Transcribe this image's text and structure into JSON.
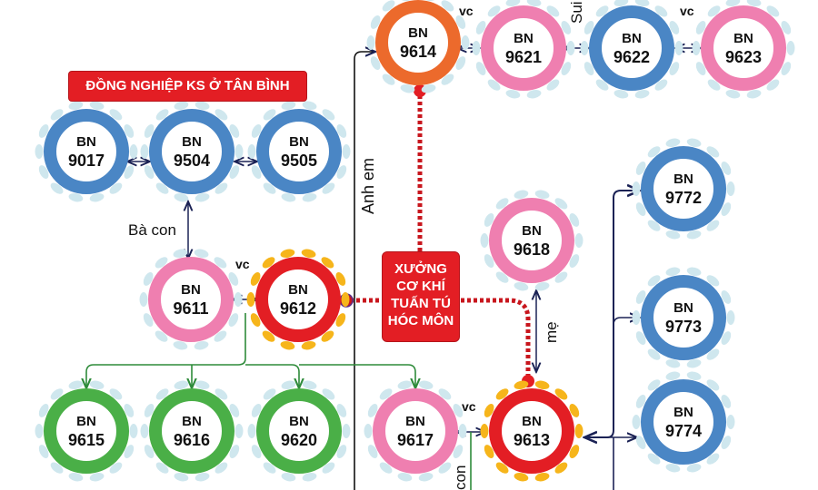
{
  "colors": {
    "blue": "#4a86c5",
    "pink": "#ef7fb0",
    "orange": "#ec6a2c",
    "red": "#e31e24",
    "green": "#4aaf47",
    "spike_light": "#cfe7ee",
    "spike_yellow": "#f6b51b",
    "line_dark": "#1b2255",
    "line_green": "#2e8b3a"
  },
  "group_label": "ĐỒNG NGHIỆP KS Ở TÂN BÌNH",
  "workshop_label": [
    "XƯỞNG",
    "CƠ KHÍ",
    "TUẤN TÚ",
    "HÓC MÔN"
  ],
  "nodes": [
    {
      "id": "9614",
      "prefix": "BN",
      "color": "orange",
      "spikes": "light"
    },
    {
      "id": "9621",
      "prefix": "BN",
      "color": "pink",
      "spikes": "light"
    },
    {
      "id": "9622",
      "prefix": "BN",
      "color": "blue",
      "spikes": "light"
    },
    {
      "id": "9623",
      "prefix": "BN",
      "color": "pink",
      "spikes": "light"
    },
    {
      "id": "9017",
      "prefix": "BN",
      "color": "blue",
      "spikes": "light"
    },
    {
      "id": "9504",
      "prefix": "BN",
      "color": "blue",
      "spikes": "light"
    },
    {
      "id": "9505",
      "prefix": "BN",
      "color": "blue",
      "spikes": "light"
    },
    {
      "id": "9611",
      "prefix": "BN",
      "color": "pink",
      "spikes": "light"
    },
    {
      "id": "9612",
      "prefix": "BN",
      "color": "red",
      "spikes": "yellow"
    },
    {
      "id": "9618",
      "prefix": "BN",
      "color": "pink",
      "spikes": "light"
    },
    {
      "id": "9772",
      "prefix": "BN",
      "color": "blue",
      "spikes": "light"
    },
    {
      "id": "9773",
      "prefix": "BN",
      "color": "blue",
      "spikes": "light"
    },
    {
      "id": "9774",
      "prefix": "BN",
      "color": "blue",
      "spikes": "light"
    },
    {
      "id": "9615",
      "prefix": "BN",
      "color": "green",
      "spikes": "light"
    },
    {
      "id": "9616",
      "prefix": "BN",
      "color": "green",
      "spikes": "light"
    },
    {
      "id": "9620",
      "prefix": "BN",
      "color": "green",
      "spikes": "light"
    },
    {
      "id": "9617",
      "prefix": "BN",
      "color": "pink",
      "spikes": "light"
    },
    {
      "id": "9613",
      "prefix": "BN",
      "color": "red",
      "spikes": "yellow"
    }
  ],
  "relations": {
    "vc_9614_9621": "vc",
    "sui": "Sui",
    "vc_9622_9623": "vc",
    "ba_con": "Bà con",
    "vc_9611_9612": "vc",
    "anh_em": "Anh em",
    "me": "mẹ",
    "vc_9617_9613": "vc",
    "con": "con"
  }
}
